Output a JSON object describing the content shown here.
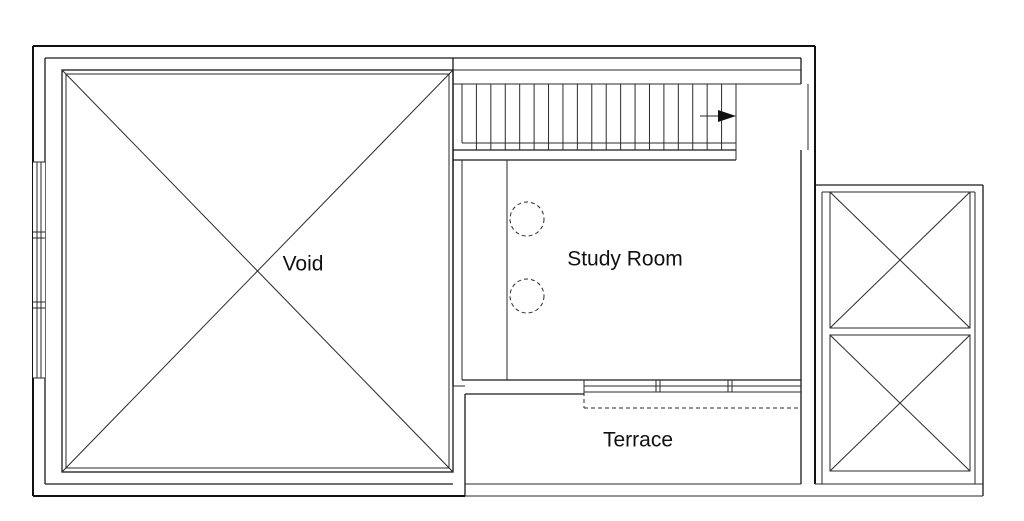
{
  "rooms": {
    "void": "Void",
    "study": "Study Room",
    "terrace": "Terrace"
  },
  "colors": {
    "line": "#1a1a1a",
    "background": "#ffffff"
  }
}
